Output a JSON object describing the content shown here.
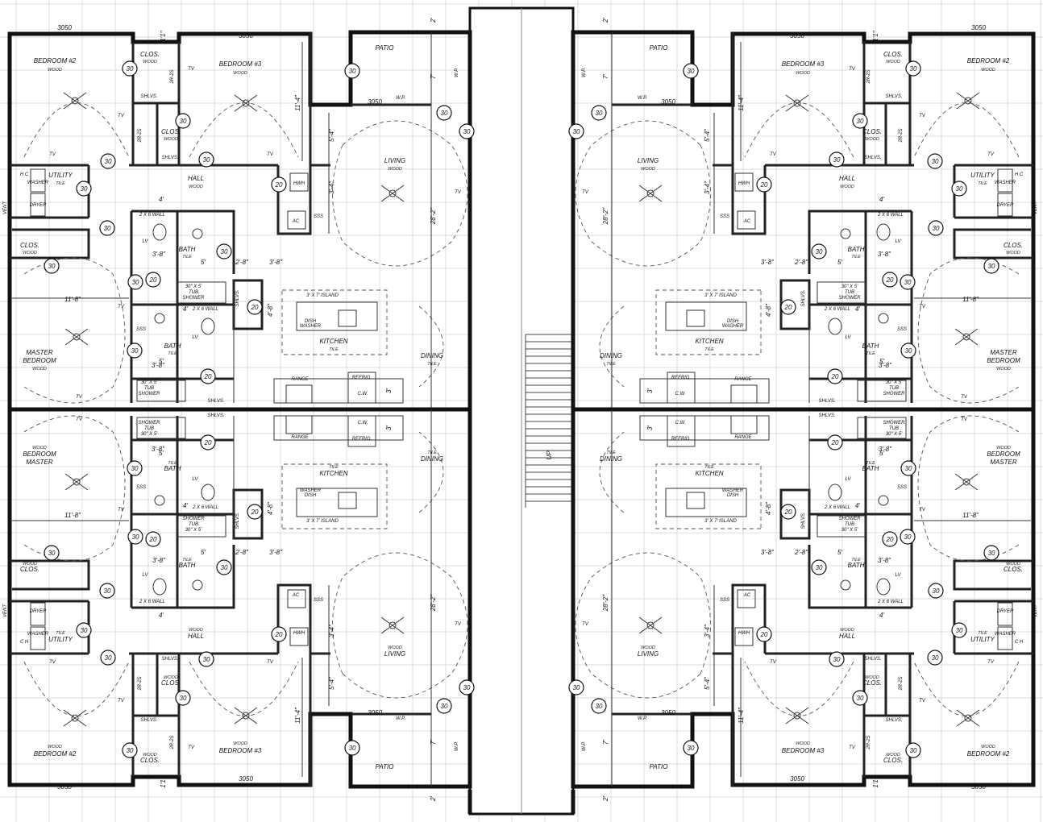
{
  "units": [
    {
      "mirror_x": false,
      "mirror_y": false,
      "rooms": {
        "bedroom2": {
          "name": "BEDROOM #2",
          "floor": "WOOD"
        },
        "bedroom3": {
          "name": "BEDROOM #3",
          "floor": "WOOD"
        },
        "master": {
          "name": "MASTER",
          "name2": "BEDROOM",
          "floor": "WOOD"
        },
        "utility": {
          "name": "UTILITY",
          "floor": "TILE"
        },
        "hall": {
          "name": "HALL",
          "floor": "WOOD"
        },
        "living": {
          "name": "LIVING",
          "floor": "WOOD"
        },
        "kitchen": {
          "name": "KITCHEN",
          "floor": "TILE"
        },
        "dining": {
          "name": "DINING",
          "floor": "TILE"
        },
        "patio": {
          "name": "PATIO"
        },
        "bath1": {
          "name": "BATH",
          "floor": "TILE"
        },
        "bath2": {
          "name": "BATH",
          "floor": "TILE"
        },
        "clos1": {
          "name": "CLOS.",
          "floor": "WOOD"
        },
        "clos2": {
          "name": "CLOS.",
          "floor": "WOOD"
        },
        "clos3": {
          "name": "CLOS.",
          "floor": "WOOD"
        }
      },
      "dims": {
        "window_top1": "3050",
        "window_top2": "3050",
        "window_patio": "3050",
        "bed_h": "11'-4\"",
        "master_w": "11'-8\"",
        "living_d1": "5'-4\"",
        "living_d2": "3'-4\"",
        "unit_depth": "28'-2\"",
        "island_d": "4'-8\"",
        "d38": "3'-8\"",
        "d28": "2'-8\"",
        "d4": "4'",
        "d5": "5'",
        "d3": "3'",
        "d7": "7'",
        "d2": "2'",
        "d11": "1'1\""
      },
      "fixtures": {
        "island": "3' X 7' ISLAND",
        "dishwasher": "DISH",
        "dishwasher2": "WASHER",
        "range": "RANGE",
        "refrig": "REFRIG.",
        "cw": "C.W.",
        "hwh": "HWH",
        "ac": "AC",
        "tub1": "30\" X 5'",
        "tub2": "TUB",
        "tub3": "SHOWER",
        "wall2x6": "2 X 6 WALL",
        "shlvs": "SHLVS.",
        "r2s": "2R-2S",
        "washer": "WASHER",
        "dryer": "DRYER",
        "hc": "H C",
        "lv": "LV",
        "tv": "TV",
        "wp": "W.P.",
        "sss": "SSS",
        "vent": "VENT",
        "door30": "30",
        "door20": "20"
      }
    },
    {
      "mirror_x": true,
      "mirror_y": false,
      "rooms": {
        "bedroom2": {
          "name": "BEDROOM #2",
          "floor": "WOOD"
        },
        "bedroom3": {
          "name": "BEDROOM #3",
          "floor": "WOOD"
        },
        "master": {
          "name": "MASTER",
          "name2": "BEDROOM",
          "floor": "WOOD"
        },
        "utility": {
          "name": "UTILITY",
          "floor": "TILE"
        },
        "hall": {
          "name": "HALL",
          "floor": "WOOD"
        },
        "living": {
          "name": "LIVING",
          "floor": "WOOD"
        },
        "kitchen": {
          "name": "KITCHEN",
          "floor": "TILE"
        },
        "dining": {
          "name": "DINING",
          "floor": "TILE"
        },
        "patio": {
          "name": "PATIO"
        },
        "bath1": {
          "name": "BATH",
          "floor": "TILE"
        },
        "bath2": {
          "name": "BATH",
          "floor": "TILE"
        },
        "clos1": {
          "name": "CLOS.",
          "floor": "WOOD"
        },
        "clos2": {
          "name": "CLOS.",
          "floor": "WOOD"
        },
        "clos3": {
          "name": "CLOS.",
          "floor": "WOOD"
        }
      },
      "dims": {
        "window_top1": "3050",
        "window_top2": "3050",
        "window_patio": "3050",
        "bed_h": "11'-4\"",
        "master_w": "11'-8\"",
        "living_d1": "5'-4\"",
        "living_d2": "3'-4\"",
        "unit_depth": "28'-2\"",
        "island_d": "4'-8\"",
        "d38": "3'-8\"",
        "d28": "2'-8\"",
        "d4": "4'",
        "d5": "5'",
        "d3": "3'",
        "d7": "7'",
        "d2": "2'",
        "d11": "1'1\""
      },
      "fixtures": {
        "island": "3' X 7' ISLAND",
        "dishwasher": "DISH",
        "dishwasher2": "WASHER",
        "range": "RANGE",
        "refrig": "REFRIG.",
        "cw": "C.W.",
        "hwh": "HWH",
        "ac": "AC",
        "tub1": "30\" X 5'",
        "tub2": "TUB",
        "tub3": "SHOWER",
        "wall2x6": "2 X 6 WALL",
        "shlvs": "SHLVS.",
        "r2s": "2R-2S",
        "washer": "WASHER",
        "dryer": "DRYER",
        "hc": "H C",
        "lv": "LV",
        "tv": "TV",
        "wp": "W.P.",
        "sss": "SSS",
        "vent": "VENT",
        "door30": "30",
        "door20": "20"
      }
    },
    {
      "mirror_x": false,
      "mirror_y": true,
      "rooms": {
        "bedroom2": {
          "name": "BEDROOM #2",
          "floor": "WOOD"
        },
        "bedroom3": {
          "name": "BEDROOM #3",
          "floor": "WOOD"
        },
        "master": {
          "name": "MASTER",
          "name2": "BEDROOM",
          "floor": "WOOD"
        },
        "utility": {
          "name": "UTILITY",
          "floor": "TILE"
        },
        "hall": {
          "name": "HALL",
          "floor": "WOOD"
        },
        "living": {
          "name": "LIVING",
          "floor": "WOOD"
        },
        "kitchen": {
          "name": "KITCHEN",
          "floor": "TILE"
        },
        "dining": {
          "name": "DINING",
          "floor": "TILE"
        },
        "patio": {
          "name": "PATIO"
        },
        "bath1": {
          "name": "BATH",
          "floor": "TILE"
        },
        "bath2": {
          "name": "BATH",
          "floor": "TILE"
        },
        "clos1": {
          "name": "CLOS.",
          "floor": "WOOD"
        },
        "clos2": {
          "name": "CLOS.",
          "floor": "WOOD"
        },
        "clos3": {
          "name": "CLOS.",
          "floor": "WOOD"
        }
      },
      "dims": {
        "window_top1": "3050",
        "window_top2": "3050",
        "window_patio": "3050",
        "bed_h": "11'-4\"",
        "master_w": "11'-8\"",
        "living_d1": "5'-4\"",
        "living_d2": "3'-4\"",
        "unit_depth": "28'-2\"",
        "island_d": "4'-8\"",
        "d38": "3'-8\"",
        "d28": "2'-8\"",
        "d4": "4'",
        "d5": "5'",
        "d3": "3'",
        "d7": "7'",
        "d2": "2'",
        "d11": "1'1\""
      },
      "fixtures": {
        "island": "3' X 7' ISLAND",
        "dishwasher": "DISH",
        "dishwasher2": "WASHER",
        "range": "RANGE",
        "refrig": "REFRIG.",
        "cw": "C.W.",
        "hwh": "HWH",
        "ac": "AC",
        "tub1": "30\" X 5'",
        "tub2": "TUB",
        "tub3": "SHOWER",
        "wall2x6": "2 X 6 WALL",
        "shlvs": "SHLVS.",
        "r2s": "2R-2S",
        "washer": "WASHER",
        "dryer": "DRYER",
        "hc": "C H",
        "lv": "LV",
        "tv": "TV",
        "wp": "W.P.",
        "sss": "SSS",
        "vent": "VENT",
        "door30": "30",
        "door20": "20"
      }
    },
    {
      "mirror_x": true,
      "mirror_y": true,
      "rooms": {
        "bedroom2": {
          "name": "BEDROOM #2",
          "floor": "WOOD"
        },
        "bedroom3": {
          "name": "BEDROOM #3",
          "floor": "WOOD"
        },
        "master": {
          "name": "MASTER",
          "name2": "BEDROOM",
          "floor": "WOOD"
        },
        "utility": {
          "name": "UTILITY",
          "floor": "TILE"
        },
        "hall": {
          "name": "HALL",
          "floor": "WOOD"
        },
        "living": {
          "name": "LIVING",
          "floor": "WOOD"
        },
        "kitchen": {
          "name": "KITCHEN",
          "floor": "TILE"
        },
        "dining": {
          "name": "DINING",
          "floor": "TILE"
        },
        "patio": {
          "name": "PATIO"
        },
        "bath1": {
          "name": "BATH",
          "floor": "TILE"
        },
        "bath2": {
          "name": "BATH",
          "floor": "TILE"
        },
        "clos1": {
          "name": "CLOS.",
          "floor": "WOOD"
        },
        "clos2": {
          "name": "CLOS.",
          "floor": "WOOD"
        },
        "clos3": {
          "name": "CLOS.",
          "floor": "WOOD"
        }
      },
      "dims": {
        "window_top1": "3050",
        "window_top2": "3050",
        "window_patio": "3050",
        "bed_h": "11'-4\"",
        "master_w": "11'-8\"",
        "living_d1": "5'-4\"",
        "living_d2": "3'-4\"",
        "unit_depth": "28'-2\"",
        "island_d": "4'-8\"",
        "d38": "3'-8\"",
        "d28": "2'-8\"",
        "d4": "4'",
        "d5": "5'",
        "d3": "3'",
        "d7": "7'",
        "d2": "2'",
        "d11": "1'1\""
      },
      "fixtures": {
        "island": "3' X 7' ISLAND",
        "dishwasher": "DISH",
        "dishwasher2": "WASHER",
        "range": "RANGE",
        "refrig": "REFRIG.",
        "cw": "C.W.",
        "hwh": "HWH",
        "ac": "AC",
        "tub1": "30\" X 5'",
        "tub2": "TUB",
        "tub3": "SHOWER",
        "wall2x6": "2 X 6 WALL",
        "shlvs": "SHLVS.",
        "r2s": "2R-2S",
        "washer": "WASHER",
        "dryer": "DRYER",
        "hc": "C H",
        "lv": "LV",
        "tv": "TV",
        "wp": "W.P.",
        "sss": "SSS",
        "vent": "VENT",
        "door30": "30",
        "door20": "20"
      }
    }
  ],
  "corridor": {
    "stairs_label": "UP"
  }
}
